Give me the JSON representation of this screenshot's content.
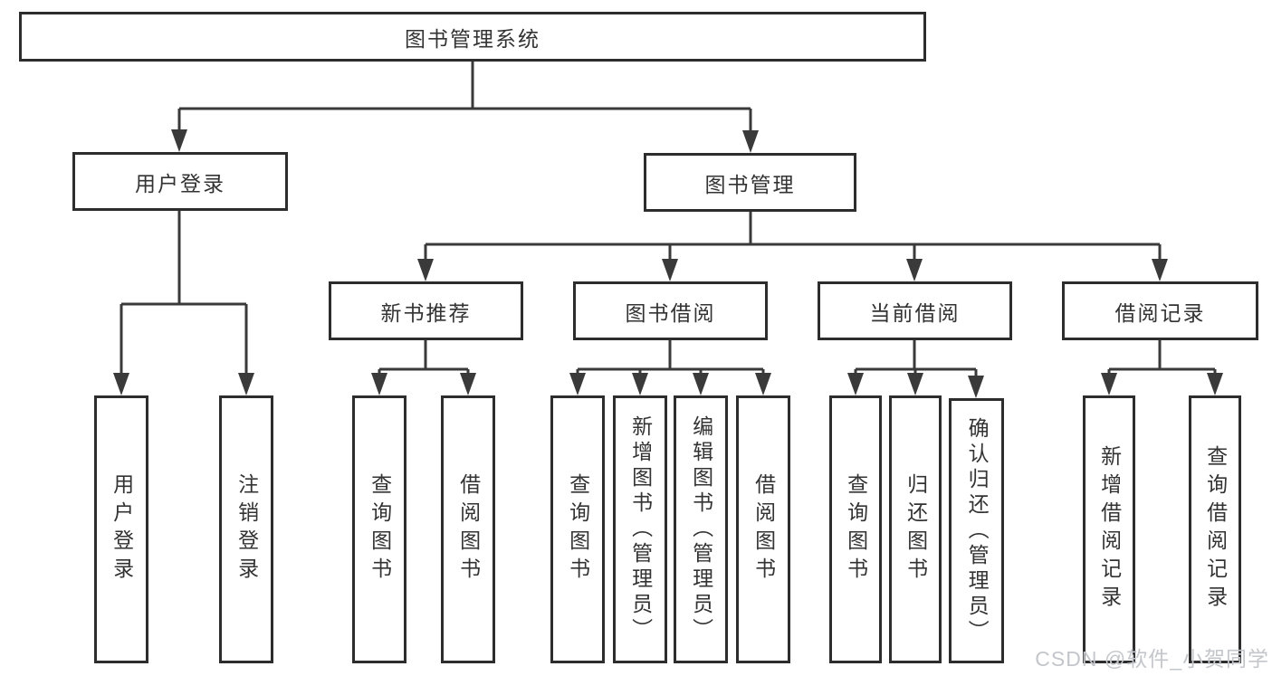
{
  "diagram": {
    "type": "hierarchy-tree",
    "title": "图书管理系统"
  },
  "colors": {
    "background": "#ffffff",
    "box_border": "#2d2d2d",
    "text": "#333333",
    "connector": "#3a3a3a",
    "watermark_text": "#c3c6ca"
  },
  "nodes": {
    "root": "图书管理系统",
    "login": "用户登录",
    "mgmt": "图书管理",
    "login_c1": "用户登录",
    "login_c2": "注销登录",
    "recommend": "新书推荐",
    "recommend_c1": "查询图书",
    "recommend_c2": "借阅图书",
    "borrow": "图书借阅",
    "borrow_c1": "查询图书",
    "borrow_c2": "新增图书（管理员）",
    "borrow_c3": "编辑图书（管理员）",
    "borrow_c4": "借阅图书",
    "current": "当前借阅",
    "current_c1": "查询图书",
    "current_c2": "归还图书",
    "current_c3": "确认归还（管理员）",
    "records": "借阅记录",
    "records_c1": "新增借阅记录",
    "records_c2": "查询借阅记录"
  },
  "edges": [
    [
      "图书管理系统",
      "用户登录"
    ],
    [
      "图书管理系统",
      "图书管理"
    ],
    [
      "用户登录",
      "用户登录"
    ],
    [
      "用户登录",
      "注销登录"
    ],
    [
      "图书管理",
      "新书推荐"
    ],
    [
      "图书管理",
      "图书借阅"
    ],
    [
      "图书管理",
      "当前借阅"
    ],
    [
      "图书管理",
      "借阅记录"
    ],
    [
      "新书推荐",
      "查询图书"
    ],
    [
      "新书推荐",
      "借阅图书"
    ],
    [
      "图书借阅",
      "查询图书"
    ],
    [
      "图书借阅",
      "新增图书（管理员）"
    ],
    [
      "图书借阅",
      "编辑图书（管理员）"
    ],
    [
      "图书借阅",
      "借阅图书"
    ],
    [
      "当前借阅",
      "查询图书"
    ],
    [
      "当前借阅",
      "归还图书"
    ],
    [
      "当前借阅",
      "确认归还（管理员）"
    ],
    [
      "借阅记录",
      "新增借阅记录"
    ],
    [
      "借阅记录",
      "查询借阅记录"
    ]
  ],
  "watermark": "CSDN @软件_小贺同学"
}
